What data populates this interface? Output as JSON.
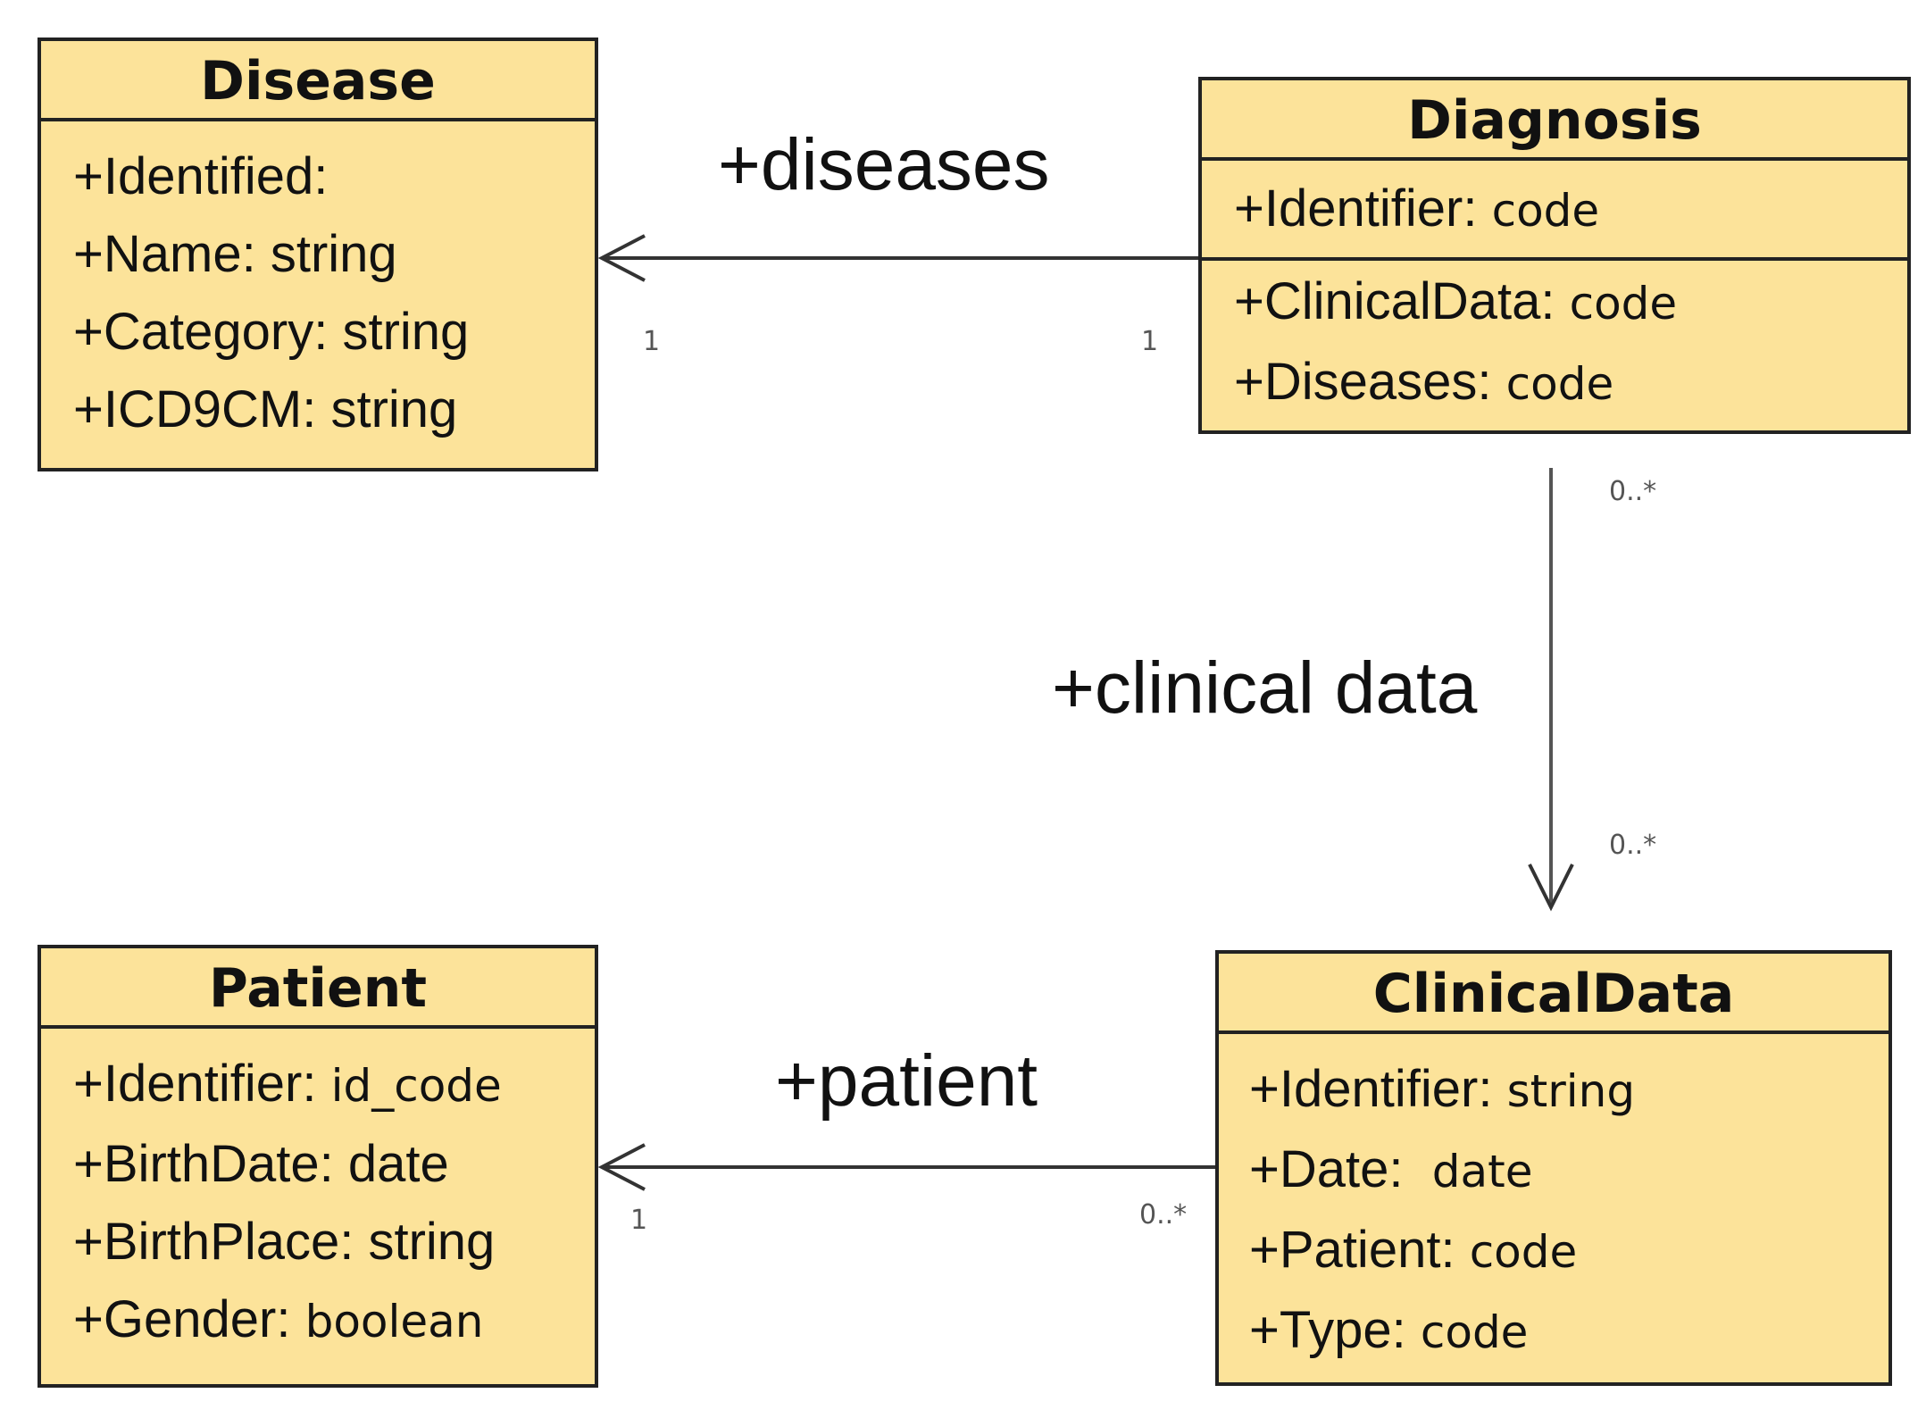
{
  "classes": {
    "disease": {
      "name": "Disease",
      "attributes": [
        {
          "name": "+Identified:",
          "type": ""
        },
        {
          "name": "+Name:",
          "type": "string"
        },
        {
          "name": "+Category:",
          "type": "string"
        },
        {
          "name": "+ICD9CM:",
          "type": "string"
        }
      ]
    },
    "diagnosis": {
      "name": "Diagnosis",
      "identifier": {
        "name": "+Identifier:",
        "type": "code"
      },
      "attributes": [
        {
          "name": "+ClinicalData:",
          "type": "code"
        },
        {
          "name": "+Diseases:",
          "type": "code"
        }
      ]
    },
    "patient": {
      "name": "Patient",
      "attributes": [
        {
          "name": "+Identifier:",
          "type": "id_code"
        },
        {
          "name": "+BirthDate:",
          "type": "date"
        },
        {
          "name": "+BirthPlace:",
          "type": "string"
        },
        {
          "name": "+Gender:",
          "type": "boolean"
        }
      ]
    },
    "clinicaldata": {
      "name": "ClinicalData",
      "attributes": [
        {
          "name": "+Identifier:",
          "type": "string"
        },
        {
          "name": "+Date:",
          "type": "date"
        },
        {
          "name": "+Patient:",
          "type": "code"
        },
        {
          "name": "+Type:",
          "type": "code"
        }
      ]
    }
  },
  "associations": {
    "diseases": {
      "label": "+diseases",
      "source_mult": "1",
      "target_mult": "1"
    },
    "clinical_data": {
      "label": "+clinical data",
      "source_mult": "0..*",
      "target_mult": "0..*"
    },
    "patient": {
      "label": "+patient",
      "source_mult": "0..*",
      "target_mult": "1"
    }
  },
  "colors": {
    "class_fill": "#fce39a",
    "border": "#222222",
    "arrow": "#333333"
  }
}
